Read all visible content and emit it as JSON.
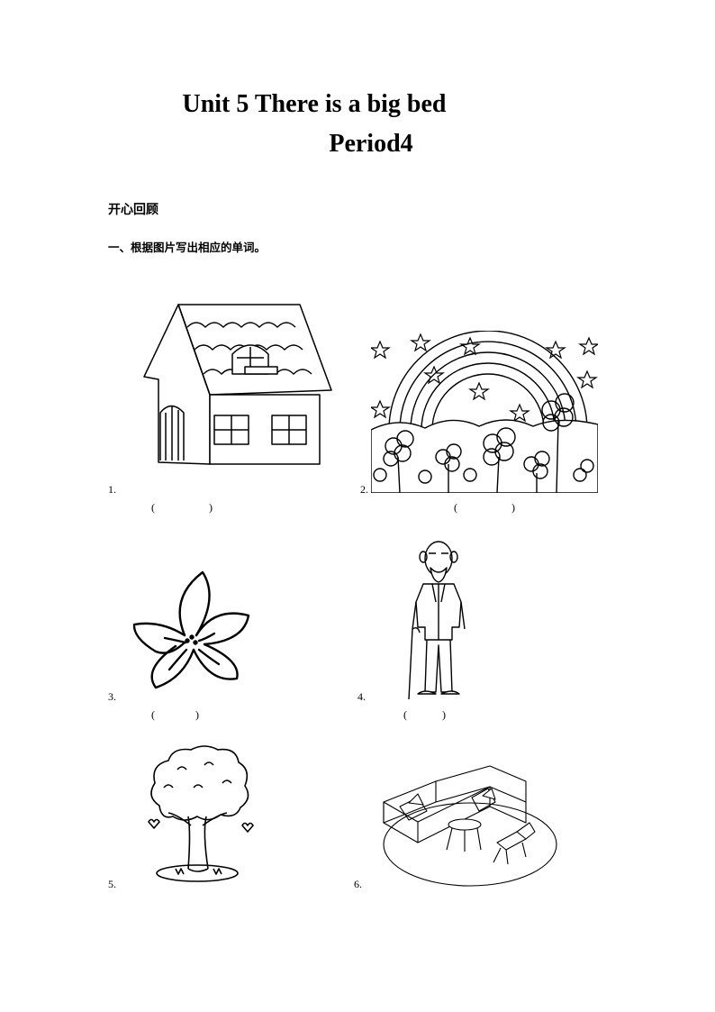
{
  "title": "Unit 5 There is a big bed",
  "subtitle": "Period4",
  "section_heading": "开心回顾",
  "instruction": "一、根据图片写出相应的单词。",
  "items": [
    {
      "number": "1.",
      "answer_blank": "(                    )",
      "picture": "house-icon"
    },
    {
      "number": "2.",
      "answer_blank": "(                    )",
      "picture": "rainbow-flowers-icon"
    },
    {
      "number": "3.",
      "answer_blank": "(               )",
      "picture": "flower-icon"
    },
    {
      "number": "4.",
      "answer_blank": "(             )",
      "picture": "grandfather-icon"
    },
    {
      "number": "5.",
      "answer_blank": "",
      "picture": "tree-icon"
    },
    {
      "number": "6.",
      "answer_blank": "",
      "picture": "living-room-icon"
    }
  ]
}
